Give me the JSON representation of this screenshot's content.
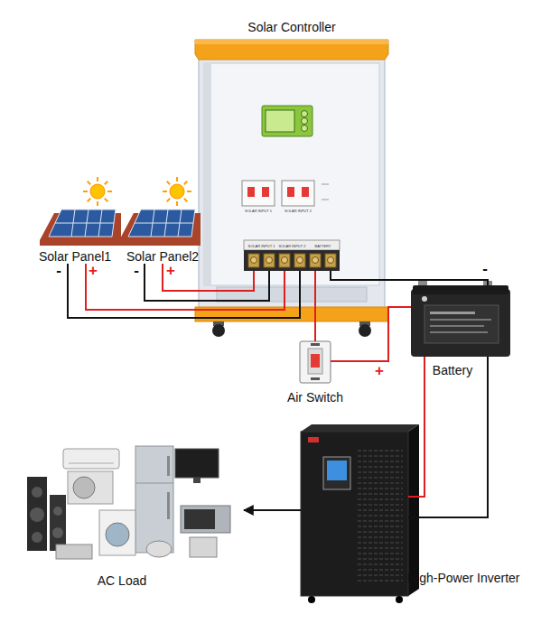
{
  "diagram": {
    "nodes": [
      {
        "text": [
          "Solar Controller"
        ]
      },
      {
        "text": [
          "Solar Panel1"
        ]
      },
      {
        "text": [
          "Solar Panel2"
        ]
      },
      {
        "text": [
          "Battery"
        ]
      },
      {
        "text": [
          "Air Switch"
        ]
      },
      {
        "text": [
          "AC Load"
        ]
      },
      {
        "text": [
          "High-Power Inverter"
        ]
      }
    ],
    "edges": [
      {
        "from": 1,
        "to": 0,
        "label": "-",
        "arrow": "none"
      },
      {
        "from": 1,
        "to": 0,
        "label": "+",
        "arrow": "none"
      },
      {
        "from": 2,
        "to": 0,
        "label": "-",
        "arrow": "none"
      },
      {
        "from": 2,
        "to": 0,
        "label": "+",
        "arrow": "none"
      },
      {
        "from": 0,
        "to": 4,
        "arrow": "none"
      },
      {
        "from": 4,
        "to": 3,
        "label": "+",
        "arrow": "none"
      },
      {
        "from": 0,
        "to": 3,
        "label": "-",
        "arrow": "none"
      },
      {
        "from": 3,
        "to": 6,
        "arrow": "none"
      },
      {
        "from": 3,
        "to": 6,
        "arrow": "none"
      },
      {
        "from": 6,
        "to": 5,
        "arrow": "to"
      }
    ],
    "labels": [
      "SOLAR INPUT 1",
      "SOLAR INPUT 2",
      "SOLAR INPUT 1",
      "SOLAR INPUT 2",
      "BATTERY"
    ]
  }
}
